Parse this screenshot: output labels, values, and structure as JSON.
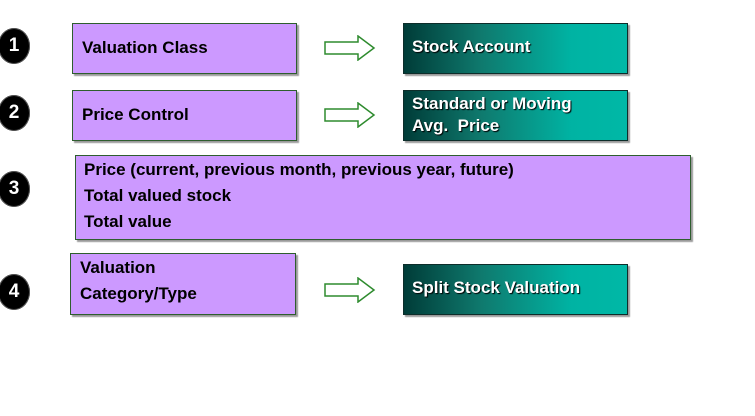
{
  "steps": [
    {
      "number": "1",
      "source_lines": [
        "Valuation Class"
      ],
      "target_lines": [
        "Stock Account"
      ]
    },
    {
      "number": "2",
      "source_lines": [
        "Price Control"
      ],
      "target_lines": [
        "Standard or Moving",
        "Avg.  Price"
      ]
    },
    {
      "number": "3",
      "source_lines": [
        "Price (current, previous month, previous year, future)",
        "Total valued stock",
        "Total value"
      ]
    },
    {
      "number": "4",
      "source_lines": [
        "Valuation",
        "Category/Type"
      ],
      "target_lines": [
        "Split Stock Valuation"
      ]
    }
  ],
  "colors": {
    "source_fill": "#cc99ff",
    "target_fill_start": "#003c38",
    "target_fill_end": "#00b8a6",
    "arrow_stroke": "#2e8b2e",
    "badge_fill": "#000000"
  },
  "icons": {
    "arrow": "right-block-arrow-icon"
  }
}
